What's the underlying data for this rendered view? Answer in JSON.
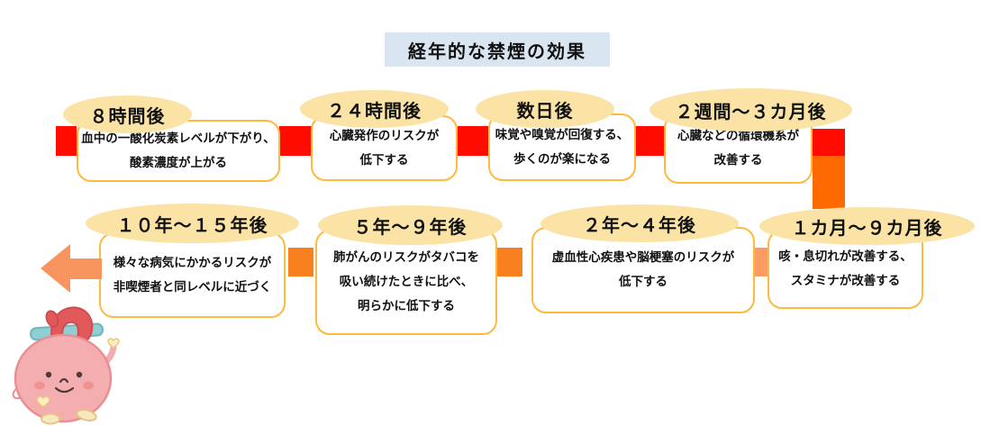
{
  "title": {
    "text": "経年的な禁煙の効果"
  },
  "stages": [
    {
      "label": "８時間後",
      "lines": [
        "血中の一酸化炭素レベルが下がり、",
        "酸素濃度が上がる"
      ]
    },
    {
      "label": "２４時間後",
      "lines": [
        "心臓発作のリスクが",
        "低下する"
      ]
    },
    {
      "label": "数日後",
      "lines": [
        "味覚や嗅覚が回復する、",
        "歩くのが楽になる"
      ]
    },
    {
      "label": "２週間～３カ月後",
      "lines": [
        "心臓などの循環機系が",
        "改善する"
      ]
    },
    {
      "label": "１カ月～９カ月後",
      "lines": [
        "咳・息切れが改善する、",
        "スタミナが改善する"
      ]
    },
    {
      "label": "２年～４年後",
      "lines": [
        "虚血性心疾患や脳梗塞のリスクが",
        "低下する"
      ]
    },
    {
      "label": "５年～９年後",
      "lines": [
        "肺がんのリスクがタバコを",
        "吸い続けたときに比べ、",
        "明らかに低下する"
      ]
    },
    {
      "label": "１０年～１５年後",
      "lines": [
        "様々な病気にかかるリスクが",
        "非喫煙者と同レベルに近づく"
      ]
    }
  ],
  "colors": {
    "title_bg": "#d9e5f1",
    "box_border": "#ffb93d",
    "bubble_fill": "#fae3a5",
    "connector_red": "#ff0b00",
    "connector_orange_deep": "#ff6a00",
    "connector_orange_mid": "#f8801f",
    "connector_orange_light": "#fb9d63",
    "end_arrow": "#f8945e"
  },
  "icons": {
    "end_arrow": "left-arrow",
    "mascot": "heart-character"
  }
}
